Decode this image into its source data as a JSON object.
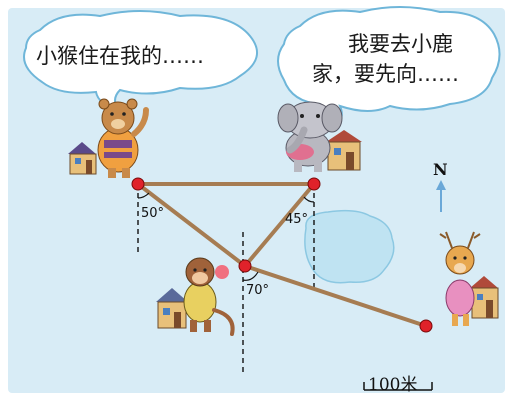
{
  "bubbles": {
    "monkey_speech": "小猴住在我的……",
    "elephant_speech_line1": "我要去小鹿",
    "elephant_speech_line2": "家，要先向……"
  },
  "angles": {
    "bear_house": "50°",
    "elephant_house": "45°",
    "monkey_house": "70°"
  },
  "compass": {
    "north": "N"
  },
  "scale": {
    "label": "100米"
  },
  "colors": {
    "background": "#d8ecf6",
    "path": "#a67c52",
    "point": "#e0222a",
    "lake": "#bfe3f2",
    "north_arrow": "#6aa8d8"
  }
}
